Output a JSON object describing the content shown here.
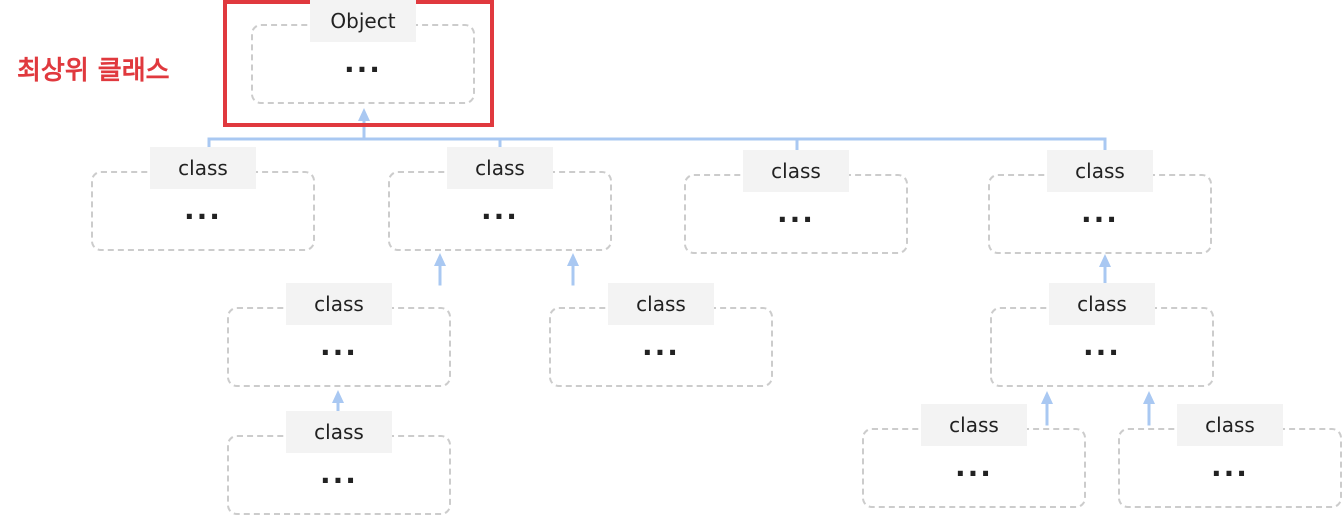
{
  "root_caption": "최상위 클래스",
  "accent_color": "#e0393e",
  "connector_color": "#a9c8f2",
  "nodes": [
    {
      "id": "object",
      "label": "Object",
      "body": "..."
    },
    {
      "id": "child-1",
      "label": "class",
      "body": "..."
    },
    {
      "id": "child-2",
      "label": "class",
      "body": "..."
    },
    {
      "id": "child-3",
      "label": "class",
      "body": "..."
    },
    {
      "id": "child-4",
      "label": "class",
      "body": "..."
    },
    {
      "id": "child-2-1",
      "label": "class",
      "body": "..."
    },
    {
      "id": "child-2-2",
      "label": "class",
      "body": "..."
    },
    {
      "id": "child-2-1-1",
      "label": "class",
      "body": "..."
    },
    {
      "id": "child-4-1",
      "label": "class",
      "body": "..."
    },
    {
      "id": "child-4-1-1",
      "label": "class",
      "body": "..."
    },
    {
      "id": "child-4-1-2",
      "label": "class",
      "body": "..."
    }
  ]
}
